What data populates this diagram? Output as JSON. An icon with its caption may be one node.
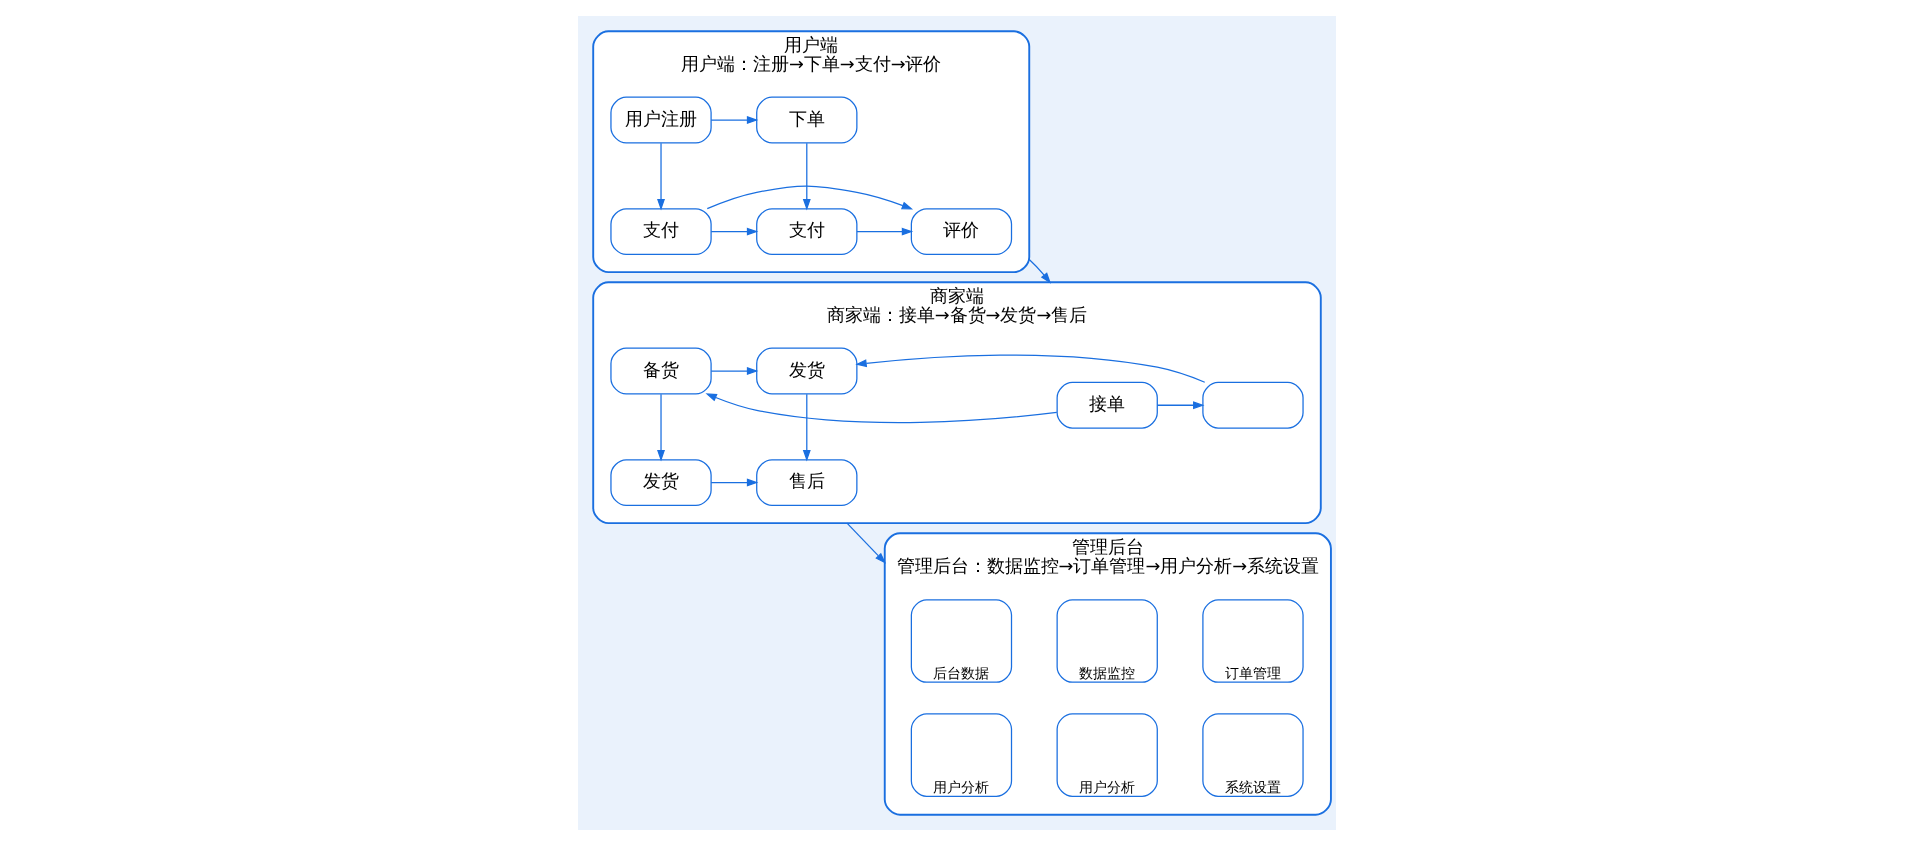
{
  "diagram": {
    "nodes": [
      {
        "text": [
          "用户端",
          "用户端：注册→下单→支付→评价"
        ]
      },
      {
        "text": [
          "用户注册"
        ],
        "in": 0
      },
      {
        "text": [
          "下单"
        ],
        "in": 0
      },
      {
        "text": [
          "支付"
        ],
        "in": 0
      },
      {
        "text": [
          "支付"
        ],
        "in": 0
      },
      {
        "text": [
          "评价"
        ],
        "in": 0
      },
      {
        "text": [
          "商家端",
          "商家端：接单→备货→发货→售后"
        ]
      },
      {
        "text": [
          "接单"
        ],
        "in": 6
      },
      {
        "text": [],
        "shape": "box",
        "in": 6
      },
      {
        "text": [
          "备货"
        ],
        "in": 6
      },
      {
        "text": [
          "发货"
        ],
        "in": 6
      },
      {
        "text": [
          "发货"
        ],
        "in": 6
      },
      {
        "text": [
          "售后"
        ],
        "in": 6
      },
      {
        "text": [
          "管理后台",
          "管理后台：数据监控→订单管理→用户分析→系统设置"
        ]
      },
      {
        "text": [
          "后台数据"
        ],
        "in": 13
      },
      {
        "text": [
          "数据监控"
        ],
        "in": 13
      },
      {
        "text": [
          "订单管理"
        ],
        "in": 13
      },
      {
        "text": [
          "用户分析"
        ],
        "in": 13
      },
      {
        "text": [
          "用户分析"
        ],
        "in": 13
      },
      {
        "text": [
          "系统设置"
        ],
        "in": 13
      }
    ],
    "edges": [
      {
        "from": 1,
        "to": 2,
        "arrow": "to"
      },
      {
        "from": 1,
        "to": 3,
        "arrow": "to"
      },
      {
        "from": 2,
        "to": 4,
        "arrow": "to"
      },
      {
        "from": 3,
        "to": 4,
        "arrow": "to"
      },
      {
        "from": 3,
        "to": 5,
        "arrow": "to"
      },
      {
        "from": 4,
        "to": 5,
        "arrow": "to"
      },
      {
        "from": 0,
        "to": 6,
        "arrow": "to"
      },
      {
        "from": 7,
        "to": 8,
        "arrow": "to"
      },
      {
        "from": 7,
        "to": 9,
        "arrow": "to"
      },
      {
        "from": 8,
        "to": 10,
        "arrow": "to"
      },
      {
        "from": 9,
        "to": 10,
        "arrow": "to"
      },
      {
        "from": 9,
        "to": 11,
        "arrow": "to"
      },
      {
        "from": 10,
        "to": 12,
        "arrow": "to"
      },
      {
        "from": 11,
        "to": 12,
        "arrow": "to"
      },
      {
        "from": 6,
        "to": 13,
        "arrow": "to"
      }
    ]
  }
}
